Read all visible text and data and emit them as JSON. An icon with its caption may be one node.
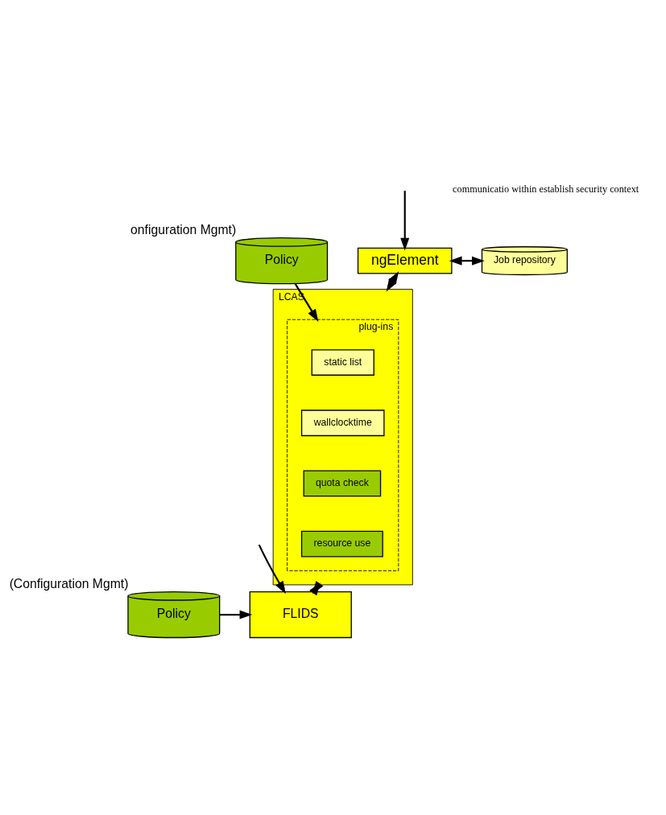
{
  "diagram": {
    "nodes": [
      {
        "text": [
          "ngElement"
        ]
      },
      {
        "text": [
          "Job repository"
        ]
      },
      {
        "text": [
          "LCAS"
        ]
      },
      {
        "text": [
          "plug-ins"
        ],
        "in": 2
      },
      {
        "text": [
          "static list"
        ],
        "in": 3
      },
      {
        "text": [
          "wallclocktime"
        ],
        "in": 3
      },
      {
        "text": [
          "quota check"
        ],
        "in": 3
      },
      {
        "text": [
          "resource use"
        ],
        "in": 3
      },
      {
        "text": [
          "Policy"
        ],
        "beside": [
          "onfiguration Mgmt)"
        ]
      },
      {
        "text": [
          "FLIDS"
        ]
      },
      {
        "text": [
          "Policy"
        ],
        "beside": [
          "(Configuration Mgmt)"
        ]
      }
    ],
    "edges": [
      {
        "from": null,
        "to": 0,
        "arrow": "to"
      },
      {
        "from": 0,
        "to": 1,
        "arrow": "both"
      },
      {
        "from": 0,
        "to": 2,
        "arrow": "both"
      },
      {
        "from": 8,
        "to": 3,
        "arrow": "to"
      },
      {
        "from": 2,
        "to": 9,
        "arrow": "both"
      },
      {
        "from": null,
        "to": 9,
        "arrow": "to"
      },
      {
        "from": 10,
        "to": 9,
        "arrow": "to"
      }
    ],
    "labels": [
      "communicatio within establish security context"
    ]
  }
}
